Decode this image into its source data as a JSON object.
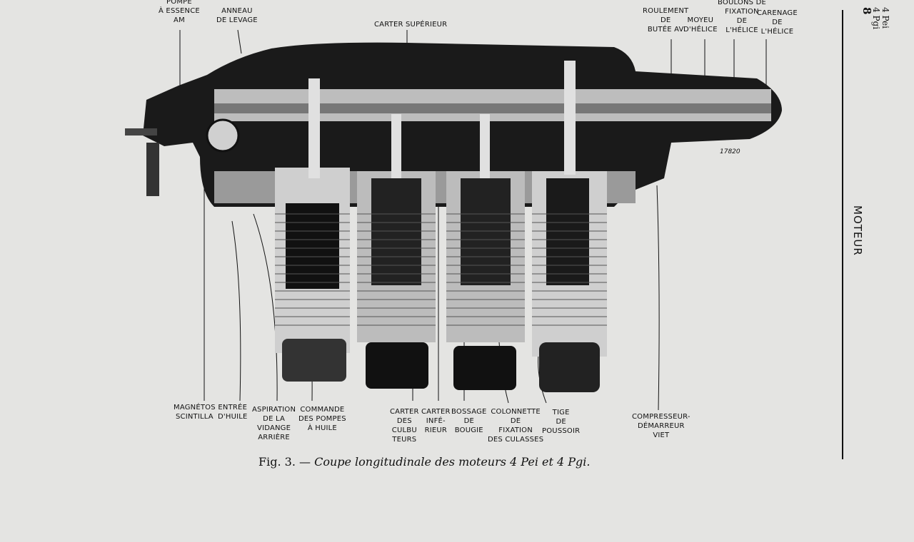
{
  "figure": {
    "caption_prefix": "Fig. 3. —",
    "caption_text": "Coupe longitudinale des moteurs 4 Pei et 4 Pgi.",
    "drawing_number": "17820"
  },
  "page": {
    "section_title": "MOTEUR",
    "header_models": "4 Pei\n4 Pgi",
    "page_number": "8"
  },
  "labels_top": [
    {
      "text": "Pompe\nà essence\nAM"
    },
    {
      "text": "Anneau\nde levage"
    },
    {
      "text": "Carter supérieur"
    },
    {
      "text": "Roulement\nde\nbutée AV"
    },
    {
      "text": "Moyeu\nd'hélice"
    },
    {
      "text": "Boulons de\nfixation\nde\nl'hélice"
    },
    {
      "text": "Carenage\nde\nl'hélice"
    }
  ],
  "labels_bottom": [
    {
      "text": "Magnétos\nscintilla"
    },
    {
      "text": "Entrée\nd'huile"
    },
    {
      "text": "Aspiration\nde la\nvidange\narrière"
    },
    {
      "text": "Commande\ndes pompes\nà huile"
    },
    {
      "text": "Carter\ndes\nculbu\nteurs"
    },
    {
      "text": "Carter\ninfé-\nrieur"
    },
    {
      "text": "Bossage\nde\nbougie"
    },
    {
      "text": "Colonnette\nde\nfixation\ndes culasses"
    },
    {
      "text": "Tige\nde\npoussoir"
    },
    {
      "text": "Compresseur-\ndémarreur\nViet"
    }
  ]
}
